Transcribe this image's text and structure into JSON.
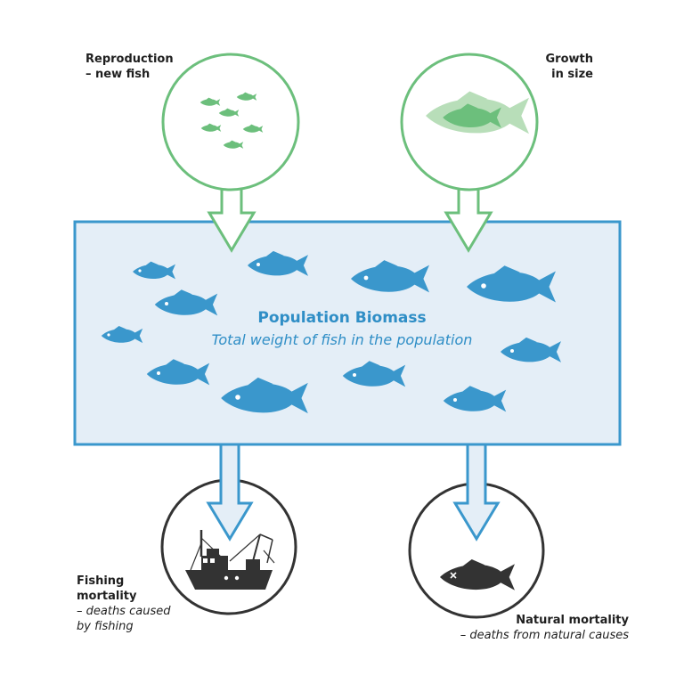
{
  "inputs": {
    "reproduction": {
      "line1": "Reproduction",
      "line2": "– new fish"
    },
    "growth": {
      "line1": "Growth",
      "line2": "in size"
    }
  },
  "population": {
    "title": "Population Biomass",
    "subtitle": "Total weight of fish in the population"
  },
  "outputs": {
    "fishing": {
      "line1": "Fishing",
      "line2": "mortality",
      "line3": "– deaths caused",
      "line4": "by fishing"
    },
    "natural": {
      "line1": "Natural mortality",
      "line2": "– deaths from natural causes"
    }
  },
  "colors": {
    "green": "#6cbf7c",
    "green_light": "#b8deb9",
    "blue": "#3a97cc",
    "blue_light": "#e4eef7",
    "dark": "#333333"
  }
}
